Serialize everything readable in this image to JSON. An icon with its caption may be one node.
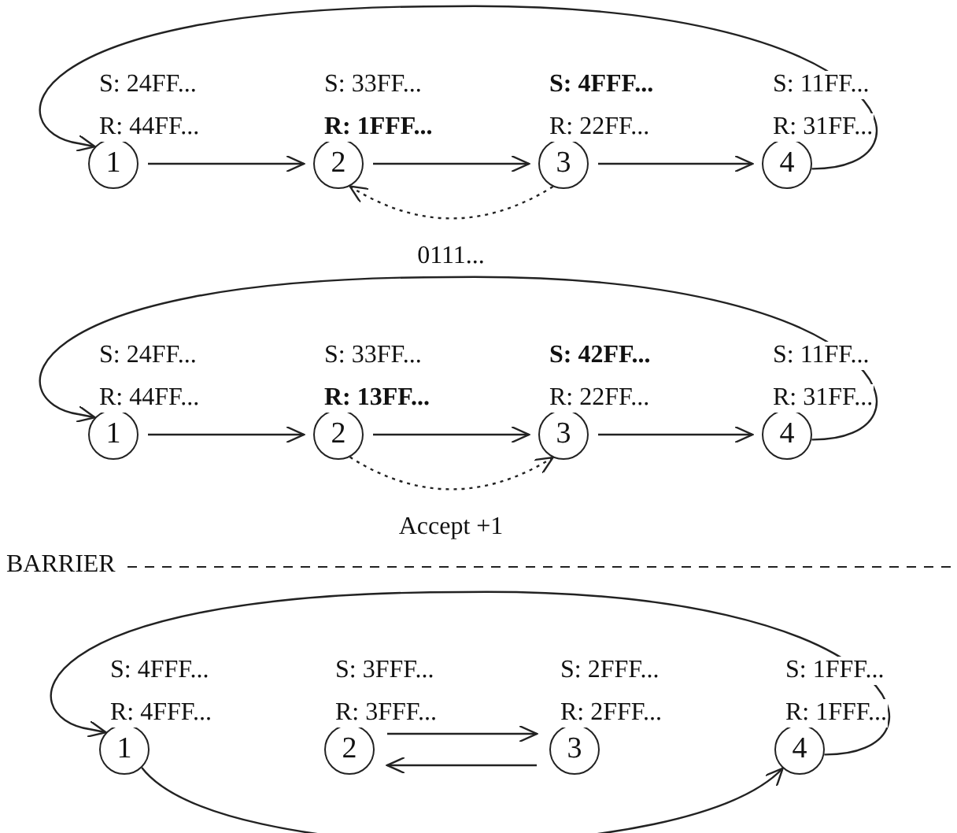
{
  "diagram": {
    "nodes": [
      {
        "text": [
          "1"
        ],
        "beside": [
          "S: 24FF...",
          "R: 44FF..."
        ]
      },
      {
        "text": [
          "2"
        ],
        "beside": [
          "S: 33FF...",
          "**R: 1FFF...**"
        ]
      },
      {
        "text": [
          "3"
        ],
        "beside": [
          "**S: 4FFF...**",
          "R: 22FF..."
        ]
      },
      {
        "text": [
          "4"
        ],
        "beside": [
          "S: 11FF...",
          "R: 31FF..."
        ]
      },
      {
        "text": [
          "1"
        ],
        "beside": [
          "S: 24FF...",
          "R: 44FF..."
        ]
      },
      {
        "text": [
          "2"
        ],
        "beside": [
          "S: 33FF...",
          "**R: 13FF...**"
        ]
      },
      {
        "text": [
          "3"
        ],
        "beside": [
          "**S: 42FF...**",
          "R: 22FF..."
        ]
      },
      {
        "text": [
          "4"
        ],
        "beside": [
          "S: 11FF...",
          "R: 31FF..."
        ]
      },
      {
        "text": [
          "1"
        ],
        "beside": [
          "S: 4FFF...",
          "R: 4FFF..."
        ]
      },
      {
        "text": [
          "2"
        ],
        "beside": [
          "S: 3FFF...",
          "R: 3FFF..."
        ]
      },
      {
        "text": [
          "3"
        ],
        "beside": [
          "S: 2FFF...",
          "R: 2FFF..."
        ]
      },
      {
        "text": [
          "4"
        ],
        "beside": [
          "S: 1FFF...",
          "R: 1FFF..."
        ]
      }
    ],
    "edges": [
      {
        "from": 0,
        "to": 1,
        "arrow": "to"
      },
      {
        "from": 1,
        "to": 2,
        "arrow": "to"
      },
      {
        "from": 2,
        "to": 3,
        "arrow": "to"
      },
      {
        "from": 3,
        "to": 0,
        "arrow": "to"
      },
      {
        "from": 2,
        "to": 1,
        "arrow": "to",
        "style": "dashed",
        "label": "0111..."
      },
      {
        "from": 4,
        "to": 5,
        "arrow": "to"
      },
      {
        "from": 5,
        "to": 6,
        "arrow": "to"
      },
      {
        "from": 6,
        "to": 7,
        "arrow": "to"
      },
      {
        "from": 7,
        "to": 4,
        "arrow": "to"
      },
      {
        "from": 5,
        "to": 6,
        "arrow": "to",
        "style": "dashed",
        "label": "Accept +1"
      },
      {
        "from": 11,
        "to": 8,
        "arrow": "to"
      },
      {
        "from": 8,
        "to": 11,
        "arrow": "to"
      },
      {
        "from": 9,
        "to": 10,
        "arrow": "to"
      },
      {
        "from": 10,
        "to": 9,
        "arrow": "to"
      }
    ],
    "labels": [
      "BARRIER"
    ]
  }
}
